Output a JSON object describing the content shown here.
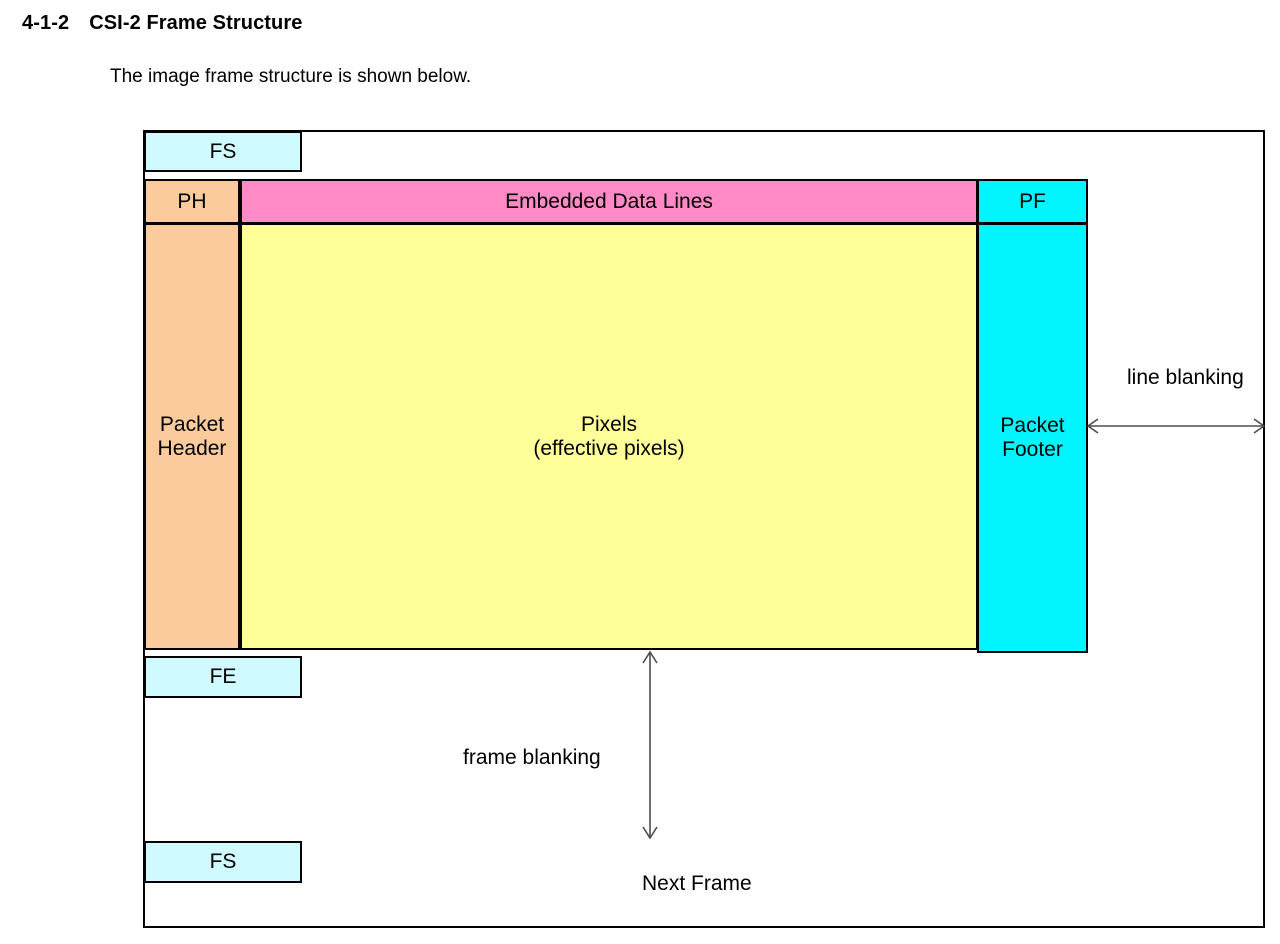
{
  "heading": {
    "section_number": "4-1-2",
    "title": "CSI-2 Frame Structure"
  },
  "intro": "The image frame structure is shown below.",
  "diagram": {
    "blocks": [
      {
        "id": "fs-top",
        "label": "FS",
        "color": "#CFFAFF"
      },
      {
        "id": "ph-top",
        "label": "PH",
        "color": "#FBCB9C"
      },
      {
        "id": "embedded",
        "label": "Embedded Data Lines",
        "color": "#FF8AC6"
      },
      {
        "id": "pf-top",
        "label": "PF",
        "color": "#00F5FF"
      },
      {
        "id": "packet-hdr",
        "label": "Packet\nHeader",
        "color": "#FBCB9C"
      },
      {
        "id": "pixels",
        "label": "Pixels\n(effective pixels)",
        "color": "#FFFF99"
      },
      {
        "id": "packet-ftr",
        "label": "Packet\nFooter",
        "color": "#00F5FF"
      },
      {
        "id": "fe-box",
        "label": "FE",
        "color": "#CFFAFF"
      },
      {
        "id": "fs-bottom",
        "label": "FS",
        "color": "#CFFAFF"
      }
    ],
    "annotations": {
      "line_blanking": "line blanking",
      "frame_blanking": "frame blanking",
      "next_frame": "Next Frame"
    }
  }
}
